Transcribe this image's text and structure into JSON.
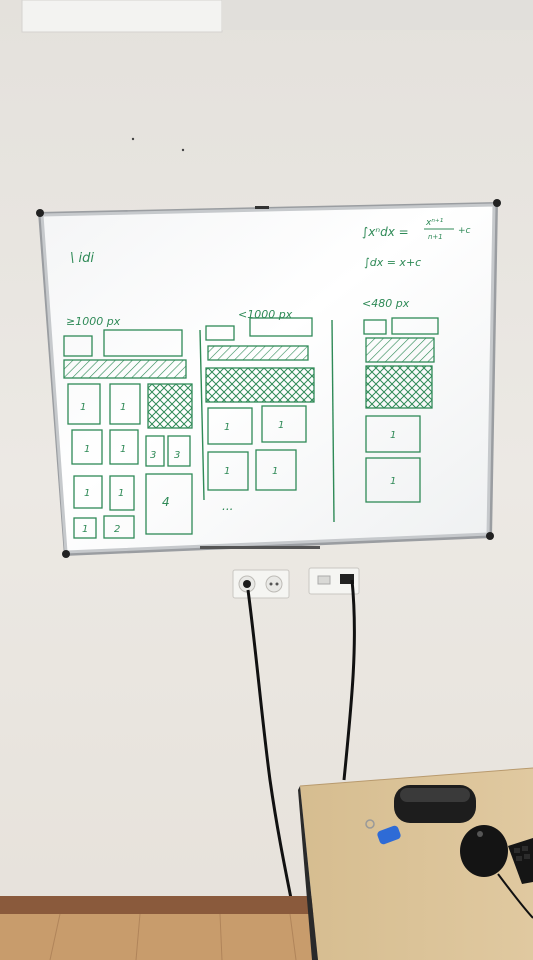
{
  "scene": {
    "description_labels": {
      "whiteboard": "whiteboard",
      "outlets": "wall outlets",
      "desk": "desk"
    }
  },
  "whiteboard": {
    "col1_heading": "≥1000 px",
    "col2_heading": "<1000 px",
    "col3_heading": "<480 px",
    "formula1_lhs": "∫xⁿdx =",
    "formula1_num": "xⁿ⁺¹",
    "formula1_den": "n+1",
    "formula1_c": "+c",
    "formula2": "∫dx = x+c",
    "scribble": "\\ idi",
    "box_labels": [
      "1",
      "1",
      "1",
      "1",
      "3",
      "3",
      "1",
      "1",
      "4",
      "1",
      "2",
      "1",
      "1",
      "1",
      "1",
      "1",
      "1"
    ],
    "ellipsis": "..."
  },
  "colors": {
    "wall": "#ebe7e1",
    "marker": "#2f8a57",
    "board_frame": "#b9bcc0",
    "desk_top": "#d8bf94",
    "floor": "#c89c6c",
    "cable": "#111111"
  }
}
